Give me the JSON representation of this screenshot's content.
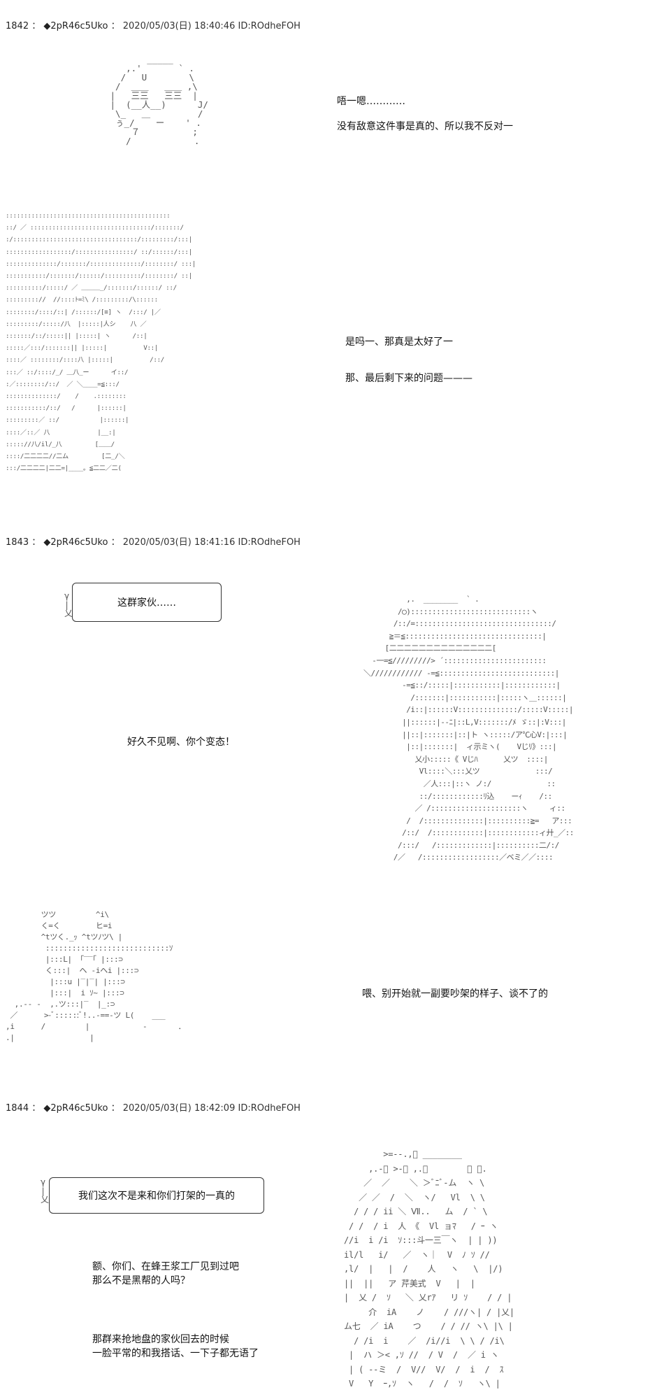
{
  "posts": [
    {
      "number": "1842",
      "trip": "◆2pR46c5Uko",
      "datetime": "2020/05/03(日) 18:40:46",
      "id": "ID:ROdheFOH",
      "lines": [
        "唔一嗯…………",
        "没有敌意这件事是真的、所以我不反对一",
        "是吗一、那真是太好了一",
        "那、最后剩下来的问题———"
      ]
    },
    {
      "number": "1843",
      "trip": "◆2pR46c5Uko",
      "datetime": "2020/05/03(日) 18:41:16",
      "id": "ID:ROdheFOH",
      "bubble": "这群家伙……",
      "lines": [
        "好久不见啊、你个变态！",
        "喂、别开始就一副要吵架的样子、谈不了的"
      ]
    },
    {
      "number": "1844",
      "trip": "◆2pR46c5Uko",
      "datetime": "2020/05/03(日) 18:42:09",
      "id": "ID:ROdheFOH",
      "bubble": "我们这次不是来和你们打架的一真的",
      "lines": [
        "额、你们、在蜂王浆工厂见到过吧",
        "那么不是黑帮的人吗？",
        "那群来抢地盘的家伙回去的时候",
        "一脸平常的和我搭话、一下子都无语了"
      ]
    }
  ],
  "separator": "：",
  "art": {
    "face": "        _____\n    ,.'       ` .\n   /   U        \\\n  /  ＿＿   ＿＿ ,\\\n |   三三   三三  |\n |  (__人__)      J/\n  \\_   ＿         /\n  ぅ_/    ー    ' .\n     ７          ;\n    /            .",
    "hooded": ":::::::::::::::::::::::::::::::::::::::::::::\n::/ ／ :::::::::::::::::::::::::::::::::/:::::::/\n:/::::::::::::::::::::::::::::::::::/:::::::::/:::|\n::::::::::::::::::/::::::::::::::::/ ::/::::::/:::|\n::::::::::::::/:::::::/::::::::::::::/::::::::/ :::|\n:::::::::::/:::::::/::::::/::::::::::/::::::::/ ::|\n::::::::::/:::::/ ／ ＿＿＿_/:::::::/::::::/ ::/\n::::::::://  //::::ﾄ=ﾐ\\ /:::::::::/\\::::::\n::::::::/::::/::| /::::::/[≡] ヽ  /:::/ |／\n:::::::::/:::::/八  |:::::|人シ    八 ／\n:::::::/::/:::::|| |:::::| ヽ      /::|\n:::::／:::/:::::::|| |:::::|          V::|\n::::／ ::::::::/::::八 |:::::|          /::/\n:::／ ::/::::/_/ ＿八_ー      イ::/\n:／::::::::/::/  ／ ＼____=≦:::/\n::::::::::::::/    /    .::::::::\n:::::::::::/::/   /      |::::::|\n:::::::::／ ::/           |::::::|\n::::／::／ 八             |__:|\n::::://八/il/_八         [＿＿/\n::::/二二二二//二ム         [二_/＼\n:::/二二二二|二二=|____。≦二二／二(",
    "lizard": "          ,.  ________  ` . \n        /◯)::::::::::::::::::::::::::::ヽ\n       /::/=::::::::::::::::::::::::::::::::/\n      ≧＝≦::::::::::::::::::::::::::::::::|\n     [二二二二二二二二二二二二二二[\n  -一=≦/////////> ´::::::::::::::::::::::::\n＼//////////// -=≦:::::::::::::::::::::::::::|\n         -=≦::/:::::|:::::::::::|::::::::::::|\n           /:::::::|:::::::::::|:::::ヽ＿::::::|\n          /i::|::::::V::::::::::::::/:::::V:::::|\n         ||::::::|--ﾆ|::L,V:::::::/ﾒ ゞ::|:V:::|\n         ||::|:::::::|::|ト ヽ:::::/ア℃心V:|:::|\n          |::|:::::::|  ィ示ミヽ(    Vじﾘ》:::|\n            乂小:::::《 Vじﾊ      乂ツ  ::::|\n             Vl::::＼:::乂ツ             :::/\n              ／人:::|::ヽ ノ:/             ::\n             ::/::::::::::::ﾘ込    ーｨ    /::\n            ／ /:::::::::::::::::::::ヽ     ィ::\n          /  /::::::::::::::|::::::::::≧=   ア:::\n         /::/  /::::::::::::|::::::::::::ィ廾_／::\n        /:::/   /:::::::::::::|::::::::::二/:/\n       /／   /::::::::::::::::::／ベミ／／::::",
    "crab": "        ツツ         ^i\\\n        く=く        ヒ=i\n        ^tツく._ｯ ^tツﾉツ\\ |\n         ::::::::::::::::::::::::::::ｿ\n         |:::L| 「‾‾｢ |:::⊃\n         く:::|  ヘ ‐iヘi |:::⊃\n          |:::u |‾|‾| |:::⊃\n          |:::|  i ｿ~ |:::⊃\n  ,.-‐ ‐  ,.ツ:::|‾  |_:⊃\n ／      >-ﾞ::::::ﾞ!..-==-ツ L(    ___  \n,i      /         |            ‐       ．\n.|                 |",
    "crowd": "         >=--.,ﾞ ________\n      ,.-ﾞ >-ﾞ ,.ﾞ        ｀ ﾞ.\n     ／  ／    ＼ ＞ﾞﾆﾞ‐ム  ヽ \\\n    ／ ／  /  ＼  ヽ/   Vl  \\ \\\n   / / / ii ＼ Ⅶ..   ム  / ` \\\n  / /  / i  人 《  Vl ョﾏ   / ｰ ヽ\n //i  i /i  ｿ:::斗一三￣ヽ  | | ))\n il/l   i/   ／  ヽ｜  V  ﾉ ｿ //\n ,l/  |   |  /    人   ヽ   \\  |/)\n ||  ||   ア 芹美式  V   |  |\n |  乂 /  ｿ   ＼ 乂rｱ   リ ｿ    / / |\n      介  iA    ノ    / ///ヽ| / |乂|\n ム七  ／ iA    つ    / / // ヽ\\ |\\ |\n   / /i  i    ／  /i//i  \\ \\ / /i\\\n  |  ハ ＞< ,ｿ //  / V  /  ／ i ヽ\n  | ( --ミ  /  V//  V/  /  i  /  ｽ\n  V   Y  ｰ,ｿ  ヽ   /  /  ｿ   ヽ\\ |"
  }
}
